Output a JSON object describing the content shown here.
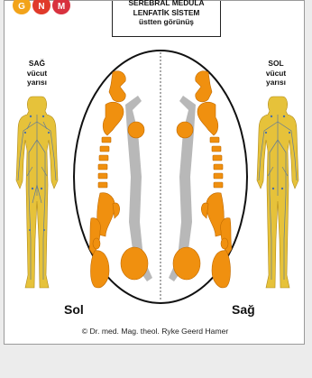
{
  "logo": {
    "letters": [
      "G",
      "N",
      "M"
    ],
    "colors": [
      "#f2a31a",
      "#e03a2a",
      "#d8323f"
    ]
  },
  "title": {
    "line1": "SEREBRAL MEDULA",
    "line2": "LENFATİK SİSTEM",
    "line3": "üstten görünüş"
  },
  "left_label": {
    "line1": "SAĞ",
    "line2": "vücut",
    "line3": "yarısı"
  },
  "right_label": {
    "line1": "SOL",
    "line2": "vücut",
    "line3": "yarısı"
  },
  "bottom": {
    "left": "Sol",
    "right": "Sağ"
  },
  "copyright": "© Dr. med. Mag. theol. Ryke Geerd Hamer",
  "colors": {
    "relay_orange": "#f0900f",
    "ventricle_gray": "#b8b8b8",
    "body_yellow": "#e6c23a",
    "lymph_blue": "#4a6fa8"
  }
}
